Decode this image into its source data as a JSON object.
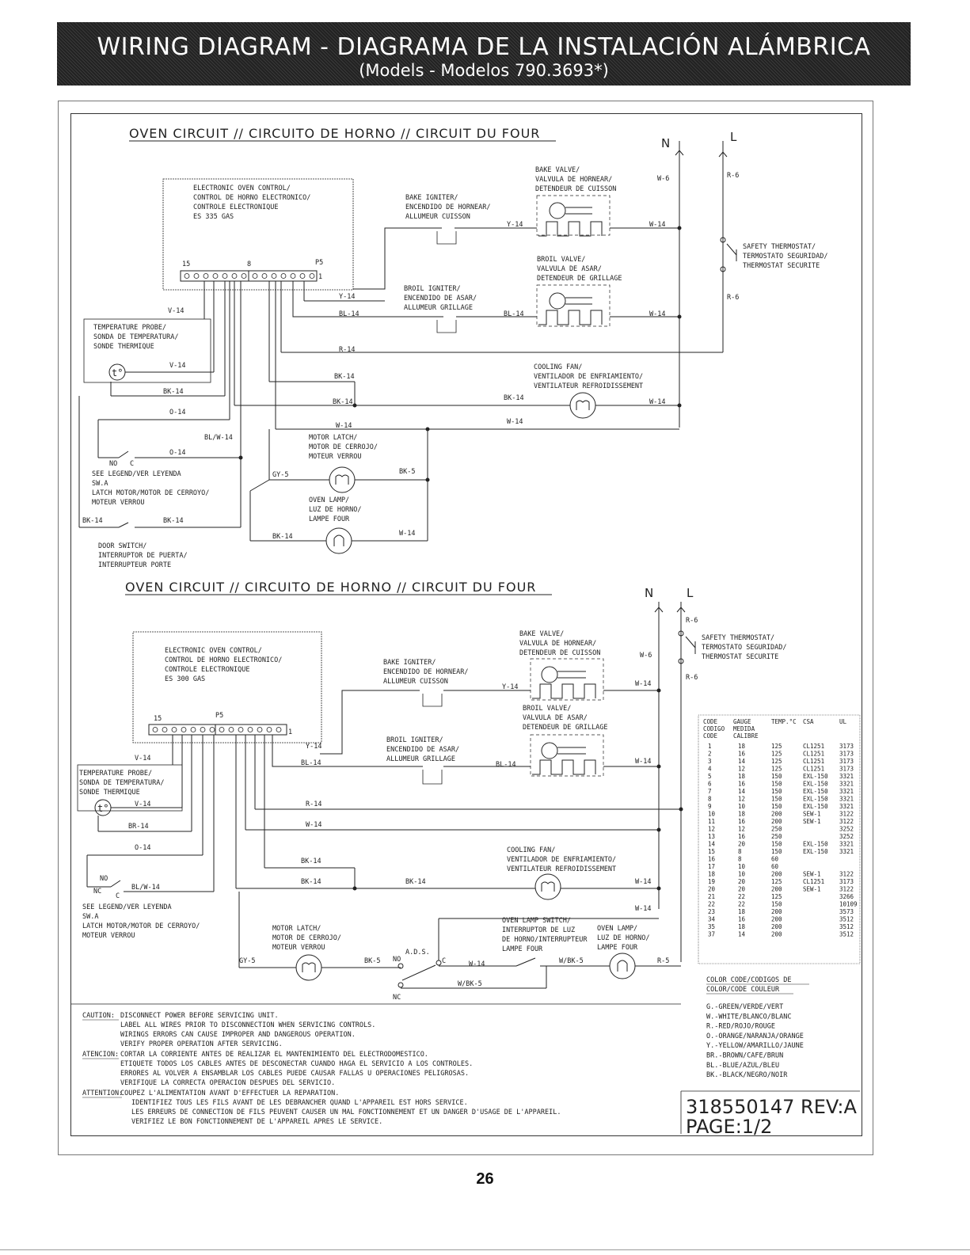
{
  "header": {
    "title": "WIRING DIAGRAM - DIAGRAMA DE LA INSTALACIÓN ALÁMBRICA",
    "subtitle": "(Models - Modelos 790.3693*)"
  },
  "circuit1": {
    "title": "OVEN CIRCUIT // CIRCUITO DE HORNO // CIRCUIT DU FOUR",
    "n": "N",
    "l": "L",
    "control": [
      "ELECTRONIC OVEN CONTROL/",
      "CONTROL DE HORNO ELECTRONICO/",
      "CONTROLE ELECTRONIQUE",
      "ES 335 GAS"
    ],
    "pins": {
      "p15": "15",
      "p8": "8",
      "p5": "P5",
      "p1": "1"
    },
    "bake_valve": [
      "BAKE VALVE/",
      "VALVULA DE HORNEAR/",
      "DETENDEUR DE CUISSON"
    ],
    "bake_igniter": [
      "BAKE IGNITER/",
      "ENCENDIDO DE HORNEAR/",
      "ALLUMEUR CUISSON"
    ],
    "broil_valve": [
      "BROIL VALVE/",
      "VALVULA DE ASAR/",
      "DETENDEUR DE GRILLAGE"
    ],
    "broil_igniter": [
      "BROIL IGNITER/",
      "ENCENDIDO DE ASAR/",
      "ALLUMEUR GRILLAGE"
    ],
    "safety": [
      "SAFETY THERMOSTAT/",
      "TERMOSTATO SEGURIDAD/",
      "THERMOSTAT SECURITE"
    ],
    "probe": [
      "TEMPERATURE PROBE/",
      "SONDA DE TEMPERATURA/",
      "SONDE THERMIQUE"
    ],
    "fan": [
      "COOLING FAN/",
      "VENTILADOR DE ENFRIAMIENTO/",
      "VENTILATEUR REFROIDISSEMENT"
    ],
    "latch": [
      "MOTOR LATCH/",
      "MOTOR DE CERROJO/",
      "MOTEUR VERROU"
    ],
    "lamp": [
      "OVEN LAMP/",
      "LUZ DE HORNO/",
      "LAMPE FOUR"
    ],
    "legend": [
      "SEE LEGEND/VER LEYENDA",
      "SW.A",
      "LATCH MOTOR/MOTOR DE CERROYO/",
      "MOTEUR VERROU"
    ],
    "door": [
      "DOOR SWITCH/",
      "INTERRUPTOR DE PUERTA/",
      "INTERRUPTEUR PORTE"
    ],
    "wires": {
      "w6": "W-6",
      "r6a": "R-6",
      "r6b": "R-6",
      "y14a": "Y-14",
      "w14a": "W-14",
      "y14b": "Y-14",
      "bl14a": "BL-14",
      "bl14b": "BL-14",
      "w14b": "W-14",
      "v14a": "V-14",
      "r14": "R-14",
      "v14b": "V-14",
      "bk14a": "BK-14",
      "bk14b": "BK-14",
      "bk14c": "BK-14",
      "bk14d": "BK-14",
      "w14c": "W-14",
      "o14a": "O-14",
      "w14d": "W-14",
      "w14e": "W-14",
      "blw14": "BL/W-14",
      "o14b": "O-14",
      "gy5": "GY-5",
      "bk5": "BK-5",
      "bk14e": "BK-14",
      "bk14f": "BK-14",
      "bk14g": "BK-14",
      "w14f": "W-14",
      "no": "NO",
      "c": "C"
    }
  },
  "circuit2": {
    "title": "OVEN CIRCUIT // CIRCUITO DE HORNO // CIRCUIT DU FOUR",
    "n": "N",
    "l": "L",
    "control": [
      "ELECTRONIC OVEN CONTROL/",
      "CONTROL DE HORNO ELECTRONICO/",
      "CONTROLE ELECTRONIQUE",
      "ES 300 GAS"
    ],
    "pins": {
      "p15": "15",
      "p5": "P5",
      "p1": "1"
    },
    "bake_valve": [
      "BAKE VALVE/",
      "VALVULA DE HORNEAR/",
      "DETENDEUR DE CUISSON"
    ],
    "bake_igniter": [
      "BAKE IGNITER/",
      "ENCENDIDO DE HORNEAR/",
      "ALLUMEUR CUISSON"
    ],
    "broil_valve": [
      "BROIL VALVE/",
      "VALVULA DE ASAR/",
      "DETENDEUR DE GRILLAGE"
    ],
    "broil_igniter": [
      "BROIL IGNITER/",
      "ENCENDIDO DE ASAR/",
      "ALLUMEUR GRILLAGE"
    ],
    "safety": [
      "SAFETY THERMOSTAT/",
      "TERMOSTATO SEGURIDAD/",
      "THERMOSTAT SECURITE"
    ],
    "probe": [
      "TEMPERATURE PROBE/",
      "SONDA DE TEMPERATURA/",
      "SONDE THERMIQUE"
    ],
    "fan": [
      "COOLING FAN/",
      "VENTILADOR DE ENFRIAMIENTO/",
      "VENTILATEUR REFROIDISSEMENT"
    ],
    "latch": [
      "MOTOR LATCH/",
      "MOTOR DE CERROJO/",
      "MOTEUR VERROU"
    ],
    "lamp_switch": [
      "OVEN LAMP SWITCH/",
      "INTERRUPTOR DE LUZ",
      "DE HORNO/INTERRUPTEUR",
      "LAMPE FOUR"
    ],
    "lamp": [
      "OVEN LAMP/",
      "LUZ DE HORNO/",
      "LAMPE FOUR"
    ],
    "legend": [
      "SEE LEGEND/VER LEYENDA",
      "SW.A",
      "LATCH MOTOR/MOTOR DE CERROYO/",
      "MOTEUR VERROU"
    ],
    "wires": {
      "w6": "W-6",
      "r6a": "R-6",
      "r6b": "R-6",
      "y14a": "Y-14",
      "w14a": "W-14",
      "y14b": "Y-14",
      "bl14a": "BL-14",
      "bl14b": "BL-14",
      "w14b": "W-14",
      "v14": "V-14",
      "v14b": "V-14",
      "r14": "R-14",
      "w14c": "W-14",
      "br14": "BR-14",
      "o14": "O-14",
      "bk14a": "BK-14",
      "bk14b": "BK-14",
      "bk14c": "BK-14",
      "w14d": "W-14",
      "w14e": "W-14",
      "blw14": "BL/W-14",
      "no": "NO",
      "nc": "NC",
      "c": "C",
      "gy5": "GY-5",
      "bk5": "BK-5",
      "ads": "A.D.S.",
      "c2": "C",
      "no2": "NO",
      "nc2": "NC",
      "w14f": "W-14",
      "wbk5a": "W/BK-5",
      "wbk5b": "W/BK-5",
      "r5": "R-5"
    }
  },
  "code_table": {
    "headers": [
      [
        "CODE",
        "GAUGE",
        "TEMP.°C",
        "CSA",
        "UL"
      ],
      [
        "CODIGO",
        "MEDIDA",
        "",
        "",
        ""
      ],
      [
        "CODE",
        "CALIBRE",
        "",
        "",
        ""
      ]
    ],
    "rows": [
      [
        "1",
        "18",
        "125",
        "CL1251",
        "3173"
      ],
      [
        "2",
        "16",
        "125",
        "CL1251",
        "3173"
      ],
      [
        "3",
        "14",
        "125",
        "CL1251",
        "3173"
      ],
      [
        "4",
        "12",
        "125",
        "CL1251",
        "3173"
      ],
      [
        "5",
        "18",
        "150",
        "EXL-150",
        "3321"
      ],
      [
        "6",
        "16",
        "150",
        "EXL-150",
        "3321"
      ],
      [
        "7",
        "14",
        "150",
        "EXL-150",
        "3321"
      ],
      [
        "8",
        "12",
        "150",
        "EXL-150",
        "3321"
      ],
      [
        "9",
        "10",
        "150",
        "EXL-150",
        "3321"
      ],
      [
        "10",
        "18",
        "200",
        "SEW-1",
        "3122"
      ],
      [
        "11",
        "16",
        "200",
        "SEW-1",
        "3122"
      ],
      [
        "12",
        "12",
        "250",
        "",
        "3252"
      ],
      [
        "13",
        "16",
        "250",
        "",
        "3252"
      ],
      [
        "14",
        "20",
        "150",
        "EXL-150",
        "3321"
      ],
      [
        "15",
        "8",
        "150",
        "EXL-150",
        "3321"
      ],
      [
        "16",
        "8",
        "60",
        "",
        ""
      ],
      [
        "17",
        "10",
        "60",
        "",
        ""
      ],
      [
        "18",
        "10",
        "200",
        "SEW-1",
        "3122"
      ],
      [
        "19",
        "20",
        "125",
        "CL1251",
        "3173"
      ],
      [
        "20",
        "20",
        "200",
        "SEW-1",
        "3122"
      ],
      [
        "21",
        "22",
        "125",
        "",
        "3266"
      ],
      [
        "22",
        "22",
        "150",
        "",
        "10109"
      ],
      [
        "23",
        "18",
        "200",
        "",
        "3573"
      ],
      [
        "34",
        "16",
        "200",
        "",
        "3512"
      ],
      [
        "35",
        "18",
        "200",
        "",
        "3512"
      ],
      [
        "37",
        "14",
        "200",
        "",
        "3512"
      ]
    ]
  },
  "color_code": {
    "title": [
      "COLOR CODE/CODIGOS DE",
      "COLOR/CODE COULEUR"
    ],
    "items": [
      "G.-GREEN/VERDE/VERT",
      "W.-WHITE/BLANCO/BLANC",
      "R.-RED/ROJO/ROUGE",
      "O.-ORANGE/NARANJA/ORANGE",
      "Y.-YELLOW/AMARILLO/JAUNE",
      "BR.-BROWN/CAFE/BRUN",
      "BL.-BLUE/AZUL/BLEU",
      "BK.-BLACK/NEGRO/NOIR"
    ]
  },
  "caution": {
    "en_label": "CAUTION:",
    "en": [
      "DISCONNECT POWER BEFORE SERVICING UNIT.",
      "LABEL ALL WIRES PRIOR TO DISCONNECTION WHEN SERVICING CONTROLS.",
      "WIRINGS ERRORS CAN CAUSE IMPROPER AND DANGEROUS OPERATION.",
      "VERIFY PROPER OPERATION AFTER SERVICING."
    ],
    "es_label": "ATENCION:",
    "es": [
      "CORTAR LA CORRIENTE ANTES DE REALIZAR EL MANTENIMIENTO DEL ELECTRODOMESTICO.",
      "ETIQUETE TODOS LOS CABLES ANTES DE DESCONECTAR CUANDO HAGA EL SERVICIO A LOS CONTROLES.",
      "ERRORES AL VOLVER A ENSAMBLAR LOS CABLES PUEDE CAUSAR FALLAS U OPERACIONES PELIGROSAS.",
      "VERIFIQUE LA CORRECTA OPERACION DESPUES DEL SERVICIO."
    ],
    "fr_label": "ATTENTION:",
    "fr": [
      "COUPEZ L'ALIMENTATION AVANT D'EFFECTUER LA REPARATION.",
      "IDENTIFIEZ TOUS LES FILS AVANT DE LES DEBRANCHER QUAND L'APPAREIL EST HORS SERVICE.",
      "LES ERREURS DE CONNECTION DE FILS PEUVENT CAUSER UN MAL FONCTIONNEMENT ET UN DANGER D'USAGE DE L'APPAREIL.",
      "VERIFIEZ LE BON FONCTIONNEMENT DE L'APPAREIL APRES LE SERVICE."
    ]
  },
  "part_number": "318550147 REV:A",
  "page_label": "PAGE:1/2",
  "page_number": "26"
}
